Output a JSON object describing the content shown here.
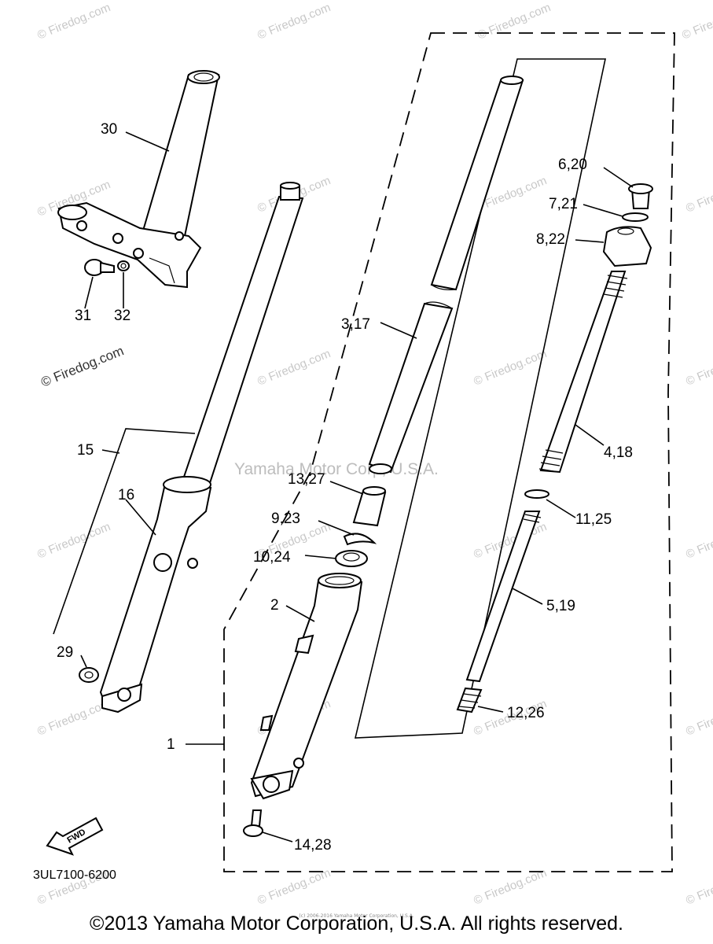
{
  "watermark": "© Firedog.com",
  "center_watermark": "Yamaha Motor Corp, U.S.A.",
  "diagram_code": "3UL7100-6200",
  "fwd_label": "FWD",
  "labels": {
    "p30": "30",
    "p31": "31",
    "p32": "32",
    "p15": "15",
    "p16": "16",
    "p29": "29",
    "p1": "1",
    "p2": "2",
    "p3_17": "3,17",
    "p13_27": "13,27",
    "p9_23": "9,23",
    "p10_24": "10,24",
    "p14_28": "14,28",
    "p6_20": "6,20",
    "p7_21": "7,21",
    "p8_22": "8,22",
    "p4_18": "4,18",
    "p11_25": "11,25",
    "p5_19": "5,19",
    "p12_26": "12,26"
  },
  "tiny_copyright": "(c) 2006-2016 Yamaha Motor Corporation, U.S.A.",
  "copyright": "©2013 Yamaha Motor Corporation, U.S.A. All rights reserved."
}
